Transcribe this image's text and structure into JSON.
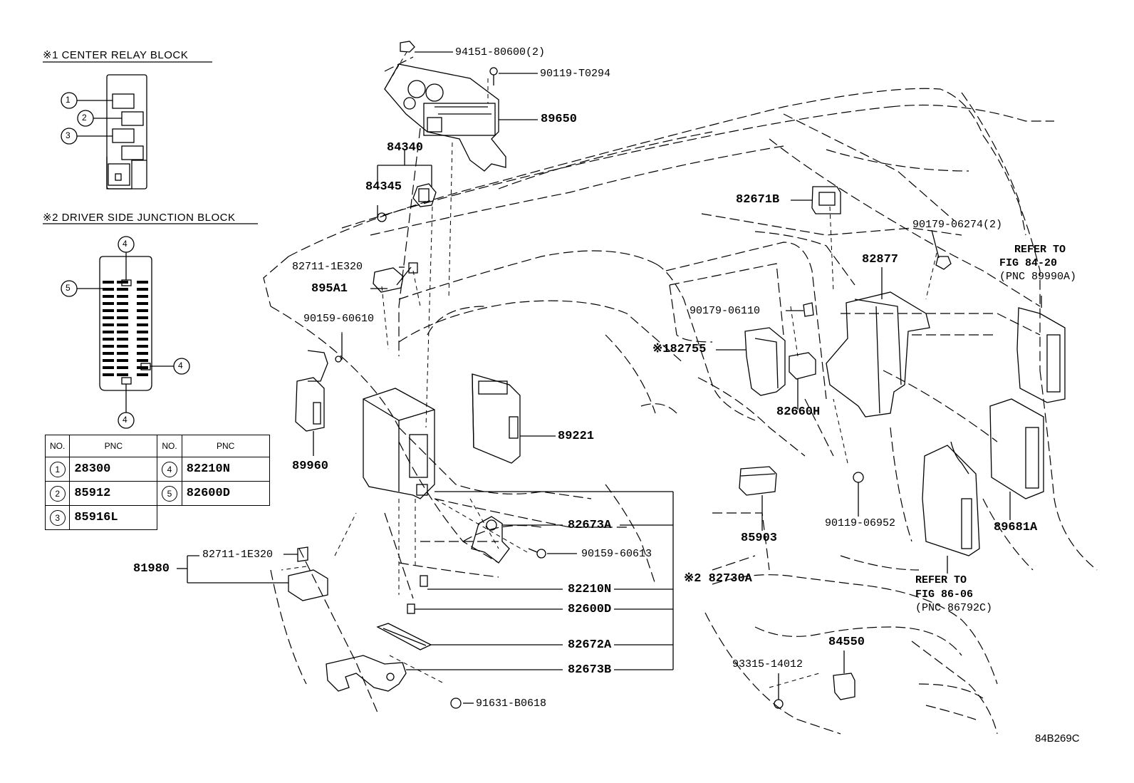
{
  "insets": {
    "center_relay_title": "※1 CENTER RELAY BLOCK",
    "driver_junction_title": "※2 DRIVER SIDE JUNCTION BLOCK",
    "callout_numbers": [
      "1",
      "2",
      "3",
      "4",
      "5"
    ]
  },
  "png_table": {
    "headers": [
      "NO.",
      "PNC",
      "NO.",
      "PNC"
    ],
    "rows": [
      {
        "no1": "1",
        "pnc1": "28300",
        "no2": "4",
        "pnc2": "82210N"
      },
      {
        "no1": "2",
        "pnc1": "85912",
        "no2": "5",
        "pnc2": "82600D"
      },
      {
        "no1": "3",
        "pnc1": "85916L",
        "no2": "",
        "pnc2": ""
      }
    ]
  },
  "parts": {
    "p94151": "94151-80600(2)",
    "p90119_t0294": "90119-T0294",
    "p89650": "89650",
    "p84340": "84340",
    "p84345": "84345",
    "p82711_top": "82711-1E320",
    "p895a1": "895A1",
    "p90159_60610": "90159-60610",
    "p89960": "89960",
    "p89221": "89221",
    "p82671b": "82671B",
    "p90179_06274": "90179-06274(2)",
    "p82877": "82877",
    "p90179_06110": "90179-06110",
    "p82755": "※182755",
    "p82660h": "82660H",
    "p85903": "85903",
    "p90119_06952": "90119-06952",
    "p89681a": "89681A",
    "p82673a": "82673A",
    "p90159_60613": "90159-60613",
    "p82730a": "※2 82730A",
    "p82210n": "82210N",
    "p82600d": "82600D",
    "p82672a": "82672A",
    "p82673b": "82673B",
    "p91631": "91631-B0618",
    "p81980": "81980",
    "p82711_low": "82711-1E320",
    "p84550": "84550",
    "p93315": "93315-14012"
  },
  "references": {
    "ref1_line1": "REFER TO",
    "ref1_line2": "FIG 84-20",
    "ref1_line3": "(PNC 89990A)",
    "ref2_line1": "REFER TO",
    "ref2_line2": "FIG 86-06",
    "ref2_line3": "(PNC 86792C)"
  },
  "diagram_code": "84B269C"
}
